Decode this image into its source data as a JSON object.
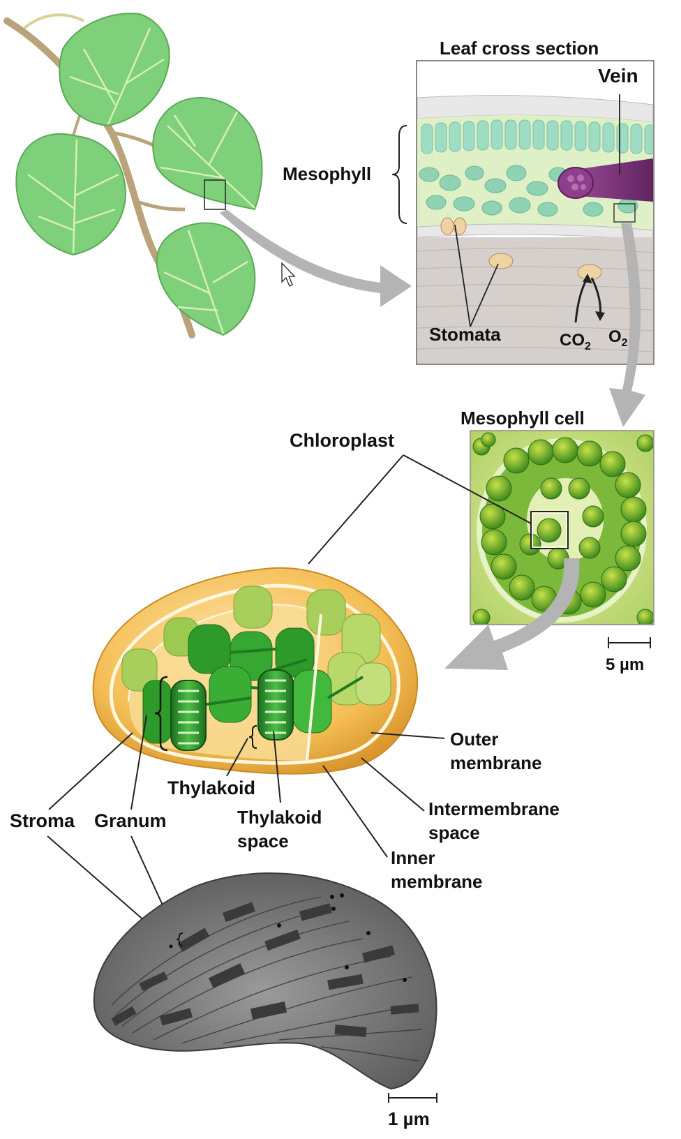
{
  "labels": {
    "leaf_cross_section": "Leaf cross section",
    "vein": "Vein",
    "mesophyll": "Mesophyll",
    "stomata": "Stomata",
    "co2": "CO",
    "co2_sub": "2",
    "o2": "O",
    "o2_sub": "2",
    "mesophyll_cell": "Mesophyll cell",
    "chloroplast": "Chloroplast",
    "scale_5um": "5 µm",
    "outer_membrane_1": "Outer",
    "outer_membrane_2": "membrane",
    "intermembrane_1": "Intermembrane",
    "intermembrane_2": "space",
    "inner_membrane_1": "Inner",
    "inner_membrane_2": "membrane",
    "thylakoid": "Thylakoid",
    "thylakoid_space_1": "Thylakoid",
    "thylakoid_space_2": "space",
    "stroma": "Stroma",
    "granum": "Granum",
    "scale_1um": "1 µm"
  },
  "colors": {
    "leaf": "#7ed07a",
    "leaf_vein": "#d8efb8",
    "stem": "#b9a37a",
    "arrow": "#b4b4b4",
    "chloroplast_envelope": "#f2b84d",
    "grana": "#2e9a2a",
    "vein_tissue": "#7b2f7a",
    "micrograph": "#7a7a7a"
  }
}
